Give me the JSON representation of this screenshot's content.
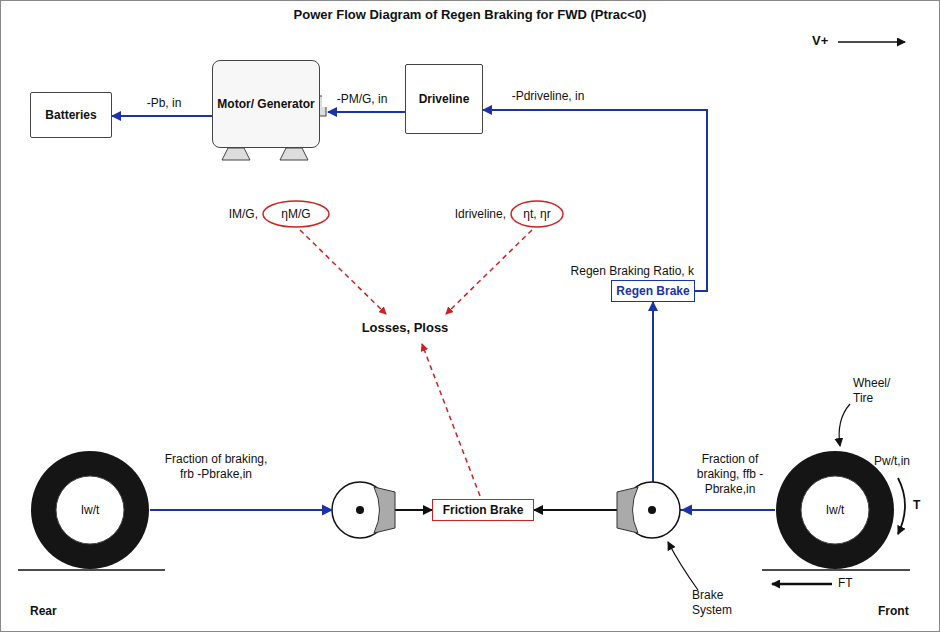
{
  "diagram": {
    "title": "Power Flow Diagram of Regen Braking for FWD (Ptrac<0)",
    "nodes": [
      {
        "text": [
          "Batteries"
        ]
      },
      {
        "text": [
          "Motor/ Generator"
        ]
      },
      {
        "text": [
          "Driveline"
        ]
      },
      {
        "text": [
          "Regen Braking Ratio, k",
          "Regen Brake"
        ]
      },
      {
        "text": [
          "Friction Brake"
        ]
      },
      {
        "text": [
          "IM/G,",
          "ηM/G"
        ]
      },
      {
        "text": [
          "Idriveline,",
          "ηt, ηr"
        ]
      },
      {
        "text": [
          "Iw/t"
        ]
      },
      {
        "text": [
          "Iw/t"
        ]
      }
    ],
    "edges": [
      {
        "from": 2,
        "to": 1,
        "label": "-PM/G, in",
        "arrow": "to"
      },
      {
        "from": 1,
        "to": 0,
        "label": "-Pb, in",
        "arrow": "to"
      },
      {
        "from": 3,
        "to": 2,
        "label": "-Pdriveline, in",
        "arrow": "to"
      },
      {
        "from": 7,
        "to": 4,
        "label": "Fraction of braking, frb -Pbrake,in",
        "arrow": "to"
      },
      {
        "from": 8,
        "to": 4,
        "label": "Fraction of braking, ffb -Pbrake,in",
        "arrow": "to"
      },
      {
        "from": 8,
        "to": 3,
        "arrow": "to"
      }
    ],
    "labels": [
      "V+",
      "Losses, Ploss",
      "Wheel/ Tire",
      "Pw/t,in",
      "T",
      "FT",
      "Brake System",
      "Rear",
      "Front"
    ]
  }
}
